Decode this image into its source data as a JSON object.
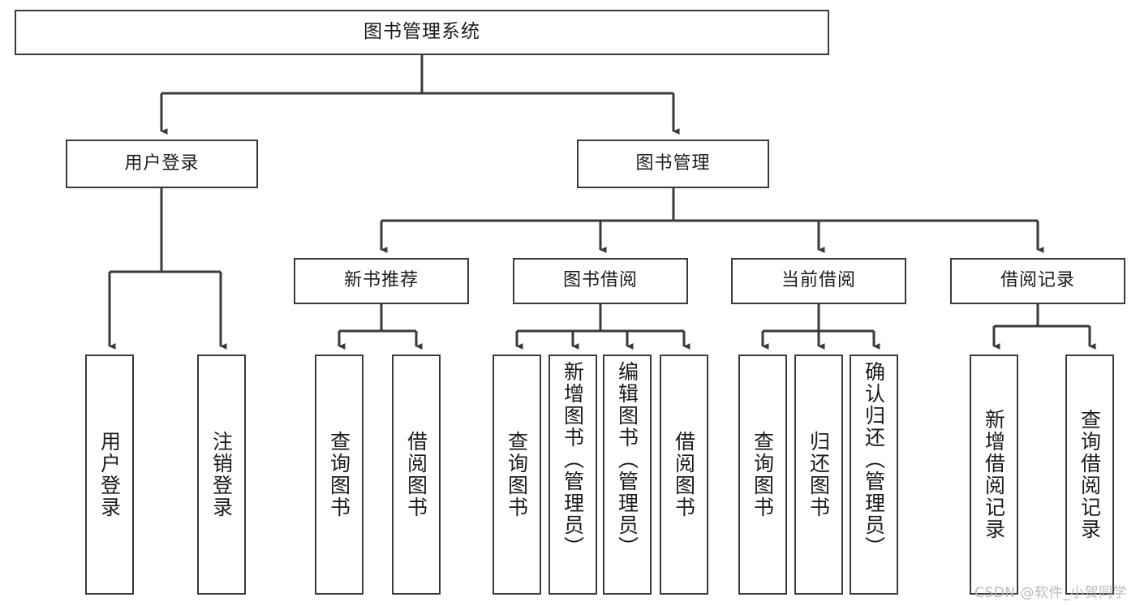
{
  "diagram": {
    "title": "图书管理系统",
    "type": "tree-hierarchy",
    "watermark": "CSDN @软件_小贺同学",
    "colors": {
      "stroke": "#3a3a3a",
      "fill": "#ffffff",
      "text": "#1b1b1b",
      "watermark": "#b9b9b9"
    },
    "nodes": {
      "root": {
        "label": "图书管理系统"
      },
      "level1": [
        {
          "id": "user-login",
          "label": "用户登录"
        },
        {
          "id": "book-manage",
          "label": "图书管理"
        }
      ],
      "level2": [
        {
          "id": "new-book-recommend",
          "label": "新书推荐"
        },
        {
          "id": "book-borrow",
          "label": "图书借阅"
        },
        {
          "id": "current-borrow",
          "label": "当前借阅"
        },
        {
          "id": "borrow-record",
          "label": "借阅记录"
        }
      ],
      "leaves": {
        "user-login": [
          {
            "id": "leaf-user-login",
            "label": "用户登录"
          },
          {
            "id": "leaf-logout-login",
            "label": "注销登录"
          }
        ],
        "new-book-recommend": [
          {
            "id": "leaf-query-book-1",
            "label": "查询图书"
          },
          {
            "id": "leaf-borrow-book-1",
            "label": "借阅图书"
          }
        ],
        "book-borrow": [
          {
            "id": "leaf-query-book-2",
            "label": "查询图书"
          },
          {
            "id": "leaf-add-book-admin",
            "label": "新增图书（管理员）"
          },
          {
            "id": "leaf-edit-book-admin",
            "label": "编辑图书（管理员）"
          },
          {
            "id": "leaf-borrow-book-2",
            "label": "借阅图书"
          }
        ],
        "current-borrow": [
          {
            "id": "leaf-query-book-3",
            "label": "查询图书"
          },
          {
            "id": "leaf-return-book",
            "label": "归还图书"
          },
          {
            "id": "leaf-confirm-return-admin",
            "label": "确认归还（管理员）"
          }
        ],
        "borrow-record": [
          {
            "id": "leaf-add-borrow-record",
            "label": "新增借阅记录"
          },
          {
            "id": "leaf-query-borrow-record",
            "label": "查询借阅记录"
          }
        ]
      }
    }
  }
}
